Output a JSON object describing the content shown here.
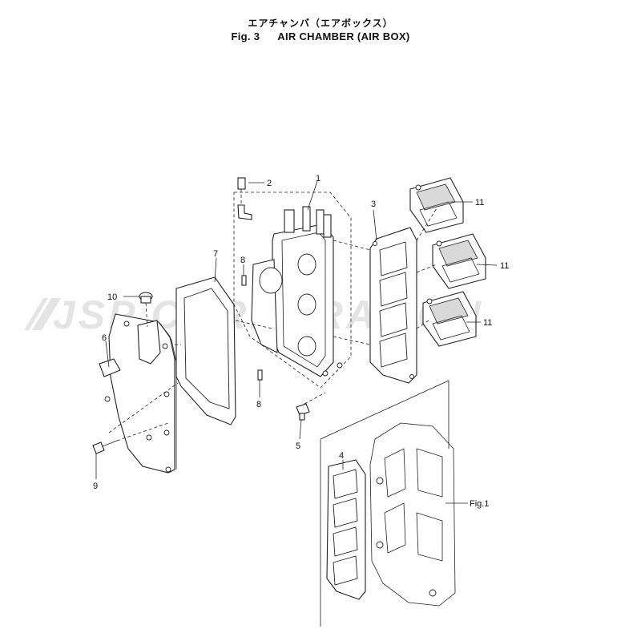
{
  "header": {
    "title_ja": "エアチャンバ（エアボックス）",
    "fig_label": "Fig. 3",
    "title_en": "AIR CHAMBER (AIR BOX)"
  },
  "watermark": {
    "text": "JSP CORPORATION",
    "color": "#e4e4e4"
  },
  "callouts": {
    "c1": "1",
    "c2": "2",
    "c3": "3",
    "c4": "4",
    "c5": "5",
    "c6": "6",
    "c7": "7",
    "c8a": "8",
    "c8b": "8",
    "c9": "9",
    "c10": "10",
    "c11a": "11",
    "c11b": "11",
    "c11c": "11",
    "fig1": "Fig.1"
  }
}
